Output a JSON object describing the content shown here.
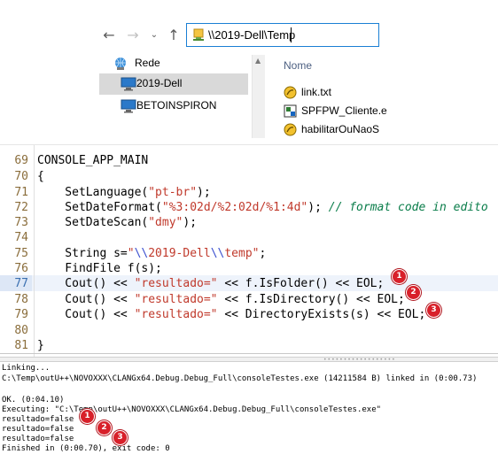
{
  "explorer": {
    "address": "\\\\2019-Dell\\Temp",
    "tree": [
      {
        "label": "Rede",
        "icon": "network-icon"
      },
      {
        "label": "2019-Dell",
        "icon": "computer-icon",
        "selected": true
      },
      {
        "label": "BETOINSPIRON",
        "icon": "computer-icon"
      }
    ],
    "files_header": "Nome",
    "files": [
      {
        "name": "link.txt",
        "icon": "script-file-icon"
      },
      {
        "name": "SPFPW_Cliente.e",
        "icon": "executable-file-icon"
      },
      {
        "name": "habilitarOuNaoS",
        "icon": "script-file-icon"
      }
    ]
  },
  "editor": {
    "line_numbers": [
      "69",
      "70",
      "71",
      "72",
      "73",
      "74",
      "75",
      "76",
      "77",
      "78",
      "79",
      "80",
      "81"
    ],
    "current_line": "77",
    "lines": {
      "l69": "CONSOLE_APP_MAIN",
      "l70": "{",
      "l71_a": "    SetLanguage(",
      "l71_s": "\"pt-br\"",
      "l71_b": ");",
      "l72_a": "    SetDateFormat(",
      "l72_s": "\"%3:02d/%2:02d/%1:4d\"",
      "l72_b": "); ",
      "l72_c": "// format code in edito",
      "l73_a": "    SetDateScan(",
      "l73_s": "\"dmy\"",
      "l73_b": ");",
      "l75_a": "    String s=",
      "l75_s1": "\"",
      "l75_e1": "\\\\",
      "l75_s2": "2019-Dell",
      "l75_e2": "\\\\",
      "l75_s3": "temp\"",
      "l75_b": ";",
      "l76": "    FindFile f(s);",
      "l77_a": "    Cout() << ",
      "l77_s": "\"resultado=\"",
      "l77_b": " << f.IsFolder() << EOL;",
      "l78_a": "    Cout() << ",
      "l78_s": "\"resultado=\"",
      "l78_b": " << f.IsDirectory() << EOL;",
      "l79_a": "    Cout() << ",
      "l79_s": "\"resultado=\"",
      "l79_b": " << DirectoryExists(s) << EOL;",
      "l81": "}"
    }
  },
  "console": {
    "lines": [
      "Linking...",
      "C:\\Temp\\outU++\\NOVOXXX\\CLANGx64.Debug.Debug_Full\\consoleTestes.exe (14211584 B) linked in (0:00.73)",
      "",
      "OK. (0:04.10)",
      "Executing: \"C:\\Temp\\outU++\\NOVOXXX\\CLANGx64.Debug.Debug_Full\\consoleTestes.exe\"",
      "resultado=false",
      "resultado=false",
      "resultado=false",
      "Finished in (0:00.70), exit code: 0"
    ]
  },
  "badges": [
    "1",
    "2",
    "3",
    "1",
    "2",
    "3"
  ],
  "colors": {
    "badge": "#d8202a",
    "string": "#c0392b",
    "comment": "#0a7d4a",
    "escape": "#3a4fcf",
    "line_number": "#8a6d3b",
    "address_border": "#1a7fd4"
  }
}
